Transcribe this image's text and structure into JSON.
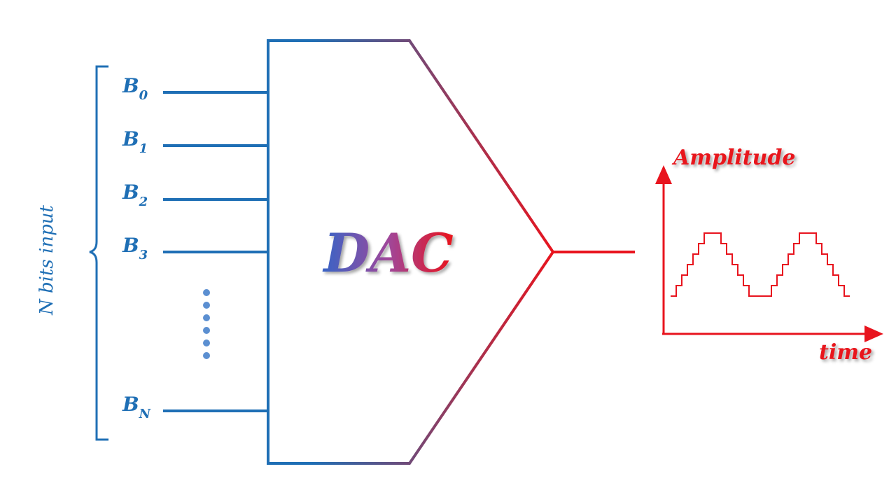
{
  "labels": {
    "input_side": "N bits input",
    "block": "DAC",
    "y_axis": "Amplitude",
    "x_axis": "time"
  },
  "bits": [
    {
      "main": "B",
      "sub": "0"
    },
    {
      "main": "B",
      "sub": "1"
    },
    {
      "main": "B",
      "sub": "2"
    },
    {
      "main": "B",
      "sub": "3"
    },
    {
      "main": "B",
      "sub": "N"
    }
  ],
  "ellipsis_dots": 6,
  "output_waveform": {
    "type": "staircase-triangle",
    "periods": 2,
    "steps_per_ramp": 5
  },
  "colors": {
    "input": "#1f6fb5",
    "output": "#e8141e",
    "dot": "#5b8fd1",
    "gradient_start": "#1f6fb5",
    "gradient_end": "#e8141e"
  }
}
